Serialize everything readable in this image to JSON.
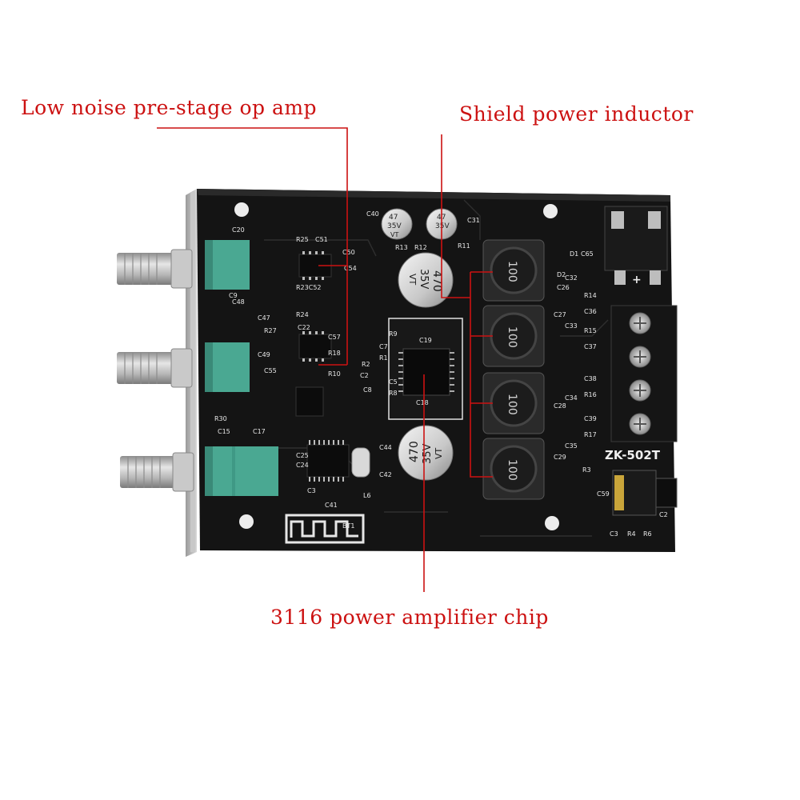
{
  "callouts": {
    "opamp": "Low noise pre-stage op amp",
    "inductor": "Shield power inductor",
    "chip": "3116 power amplifier chip"
  },
  "board": {
    "model_label": "ZK-502T",
    "bt_label": "BT1",
    "power_polarity": "+"
  },
  "components": {
    "small_caps": [
      {
        "top": "47",
        "mid": "35V",
        "bot": "VT"
      },
      {
        "top": "47",
        "mid": "35V",
        "bot": ""
      }
    ],
    "big_cap_top": {
      "top": "470",
      "mid": "35V",
      "bot": "VT"
    },
    "big_cap_bottom": {
      "top": "470",
      "mid": "35V",
      "bot": "VT"
    },
    "inductor_values": [
      "100",
      "100",
      "100",
      "100"
    ]
  },
  "silkscreen": [
    "C20",
    "R25",
    "C51",
    "C50",
    "C54",
    "R23C52",
    "R24",
    "C48",
    "C47",
    "C9",
    "R27",
    "C22",
    "C57",
    "R18",
    "R10",
    "C49",
    "C55",
    "R30",
    "C15",
    "C17",
    "C40",
    "C31",
    "R12",
    "R13",
    "R11",
    "C19",
    "C18",
    "C44",
    "C42",
    "C25",
    "C24",
    "C41",
    "L6",
    "C3",
    "C8",
    "C2",
    "C65",
    "D1",
    "D2",
    "C26",
    "C32",
    "R14",
    "C36",
    "C27",
    "C33",
    "R15",
    "C37",
    "C38",
    "R16",
    "C28",
    "C34",
    "C39",
    "R17",
    "C35",
    "C29",
    "R3",
    "C59",
    "C3",
    "R4",
    "R6",
    "C2",
    "R9",
    "C7",
    "R1",
    "C5",
    "R8",
    "R2"
  ],
  "colors": {
    "callout_text": "#cc1111",
    "leader_line": "#cc1111",
    "pcb": "#141414",
    "pot_body": "#4aa892",
    "shaft": "#c4c4c4"
  }
}
